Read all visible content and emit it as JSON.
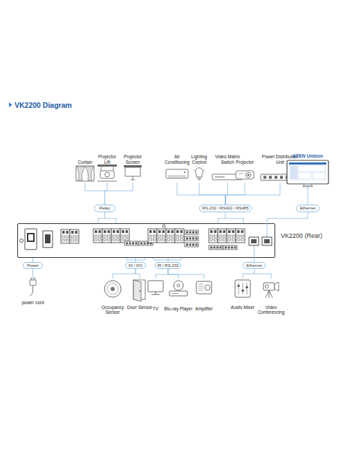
{
  "diagram": {
    "title": "VK2200 Diagram",
    "nodes": [
      {
        "text": [
          "Curtain"
        ]
      },
      {
        "text": [
          "Projector Lift"
        ]
      },
      {
        "text": [
          "Projector Screen"
        ]
      },
      {
        "text": [
          "Air Conditioning"
        ]
      },
      {
        "text": [
          "Lighting Control"
        ]
      },
      {
        "text": [
          "Video Matrix Swtich"
        ]
      },
      {
        "text": [
          "Projector"
        ]
      },
      {
        "text": [
          "Power Distribution Unit"
        ]
      },
      {
        "text": [
          "ATEN Unizon"
        ]
      },
      {
        "text": [
          "Relay"
        ]
      },
      {
        "text": [
          "RS-232 / RS422 / RS485"
        ]
      },
      {
        "text": [
          "Ethernet"
        ]
      },
      {
        "text": [
          "VK2200 (Rear)"
        ]
      },
      {
        "text": [
          "Power"
        ]
      },
      {
        "text": [
          "DI / DO"
        ]
      },
      {
        "text": [
          "IR / RS-232"
        ]
      },
      {
        "text": [
          "Ethernet"
        ]
      },
      {
        "text": [
          "power cord"
        ]
      },
      {
        "text": [
          "Occupancy Sensor"
        ]
      },
      {
        "text": [
          "Door Sensor"
        ]
      },
      {
        "text": [
          "TV"
        ]
      },
      {
        "text": [
          "Blu-ray Player"
        ]
      },
      {
        "text": [
          "Amplifier"
        ]
      },
      {
        "text": [
          "Audio Mixer"
        ]
      },
      {
        "text": [
          "Video Conferencing"
        ]
      }
    ],
    "edges": [
      {
        "from": 0,
        "to": 9,
        "arrow": "none"
      },
      {
        "from": 1,
        "to": 9,
        "arrow": "none"
      },
      {
        "from": 2,
        "to": 9,
        "arrow": "none"
      },
      {
        "from": 9,
        "to": 12,
        "arrow": "none"
      },
      {
        "from": 3,
        "to": 10,
        "arrow": "none"
      },
      {
        "from": 4,
        "to": 10,
        "arrow": "none"
      },
      {
        "from": 5,
        "to": 10,
        "arrow": "none"
      },
      {
        "from": 6,
        "to": 10,
        "arrow": "none"
      },
      {
        "from": 7,
        "to": 10,
        "arrow": "none"
      },
      {
        "from": 10,
        "to": 12,
        "arrow": "none"
      },
      {
        "from": 8,
        "to": 11,
        "arrow": "none"
      },
      {
        "from": 11,
        "to": 12,
        "arrow": "none"
      },
      {
        "from": 12,
        "to": 13,
        "arrow": "none"
      },
      {
        "from": 13,
        "to": 17,
        "arrow": "none"
      },
      {
        "from": 12,
        "to": 14,
        "arrow": "none"
      },
      {
        "from": 14,
        "to": 18,
        "arrow": "none"
      },
      {
        "from": 14,
        "to": 19,
        "arrow": "none"
      },
      {
        "from": 12,
        "to": 15,
        "arrow": "none"
      },
      {
        "from": 15,
        "to": 20,
        "arrow": "none"
      },
      {
        "from": 15,
        "to": 21,
        "arrow": "none"
      },
      {
        "from": 15,
        "to": 22,
        "arrow": "none"
      },
      {
        "from": 12,
        "to": 16,
        "arrow": "none"
      },
      {
        "from": 16,
        "to": 23,
        "arrow": "none"
      },
      {
        "from": 16,
        "to": 24,
        "arrow": "none"
      }
    ]
  }
}
